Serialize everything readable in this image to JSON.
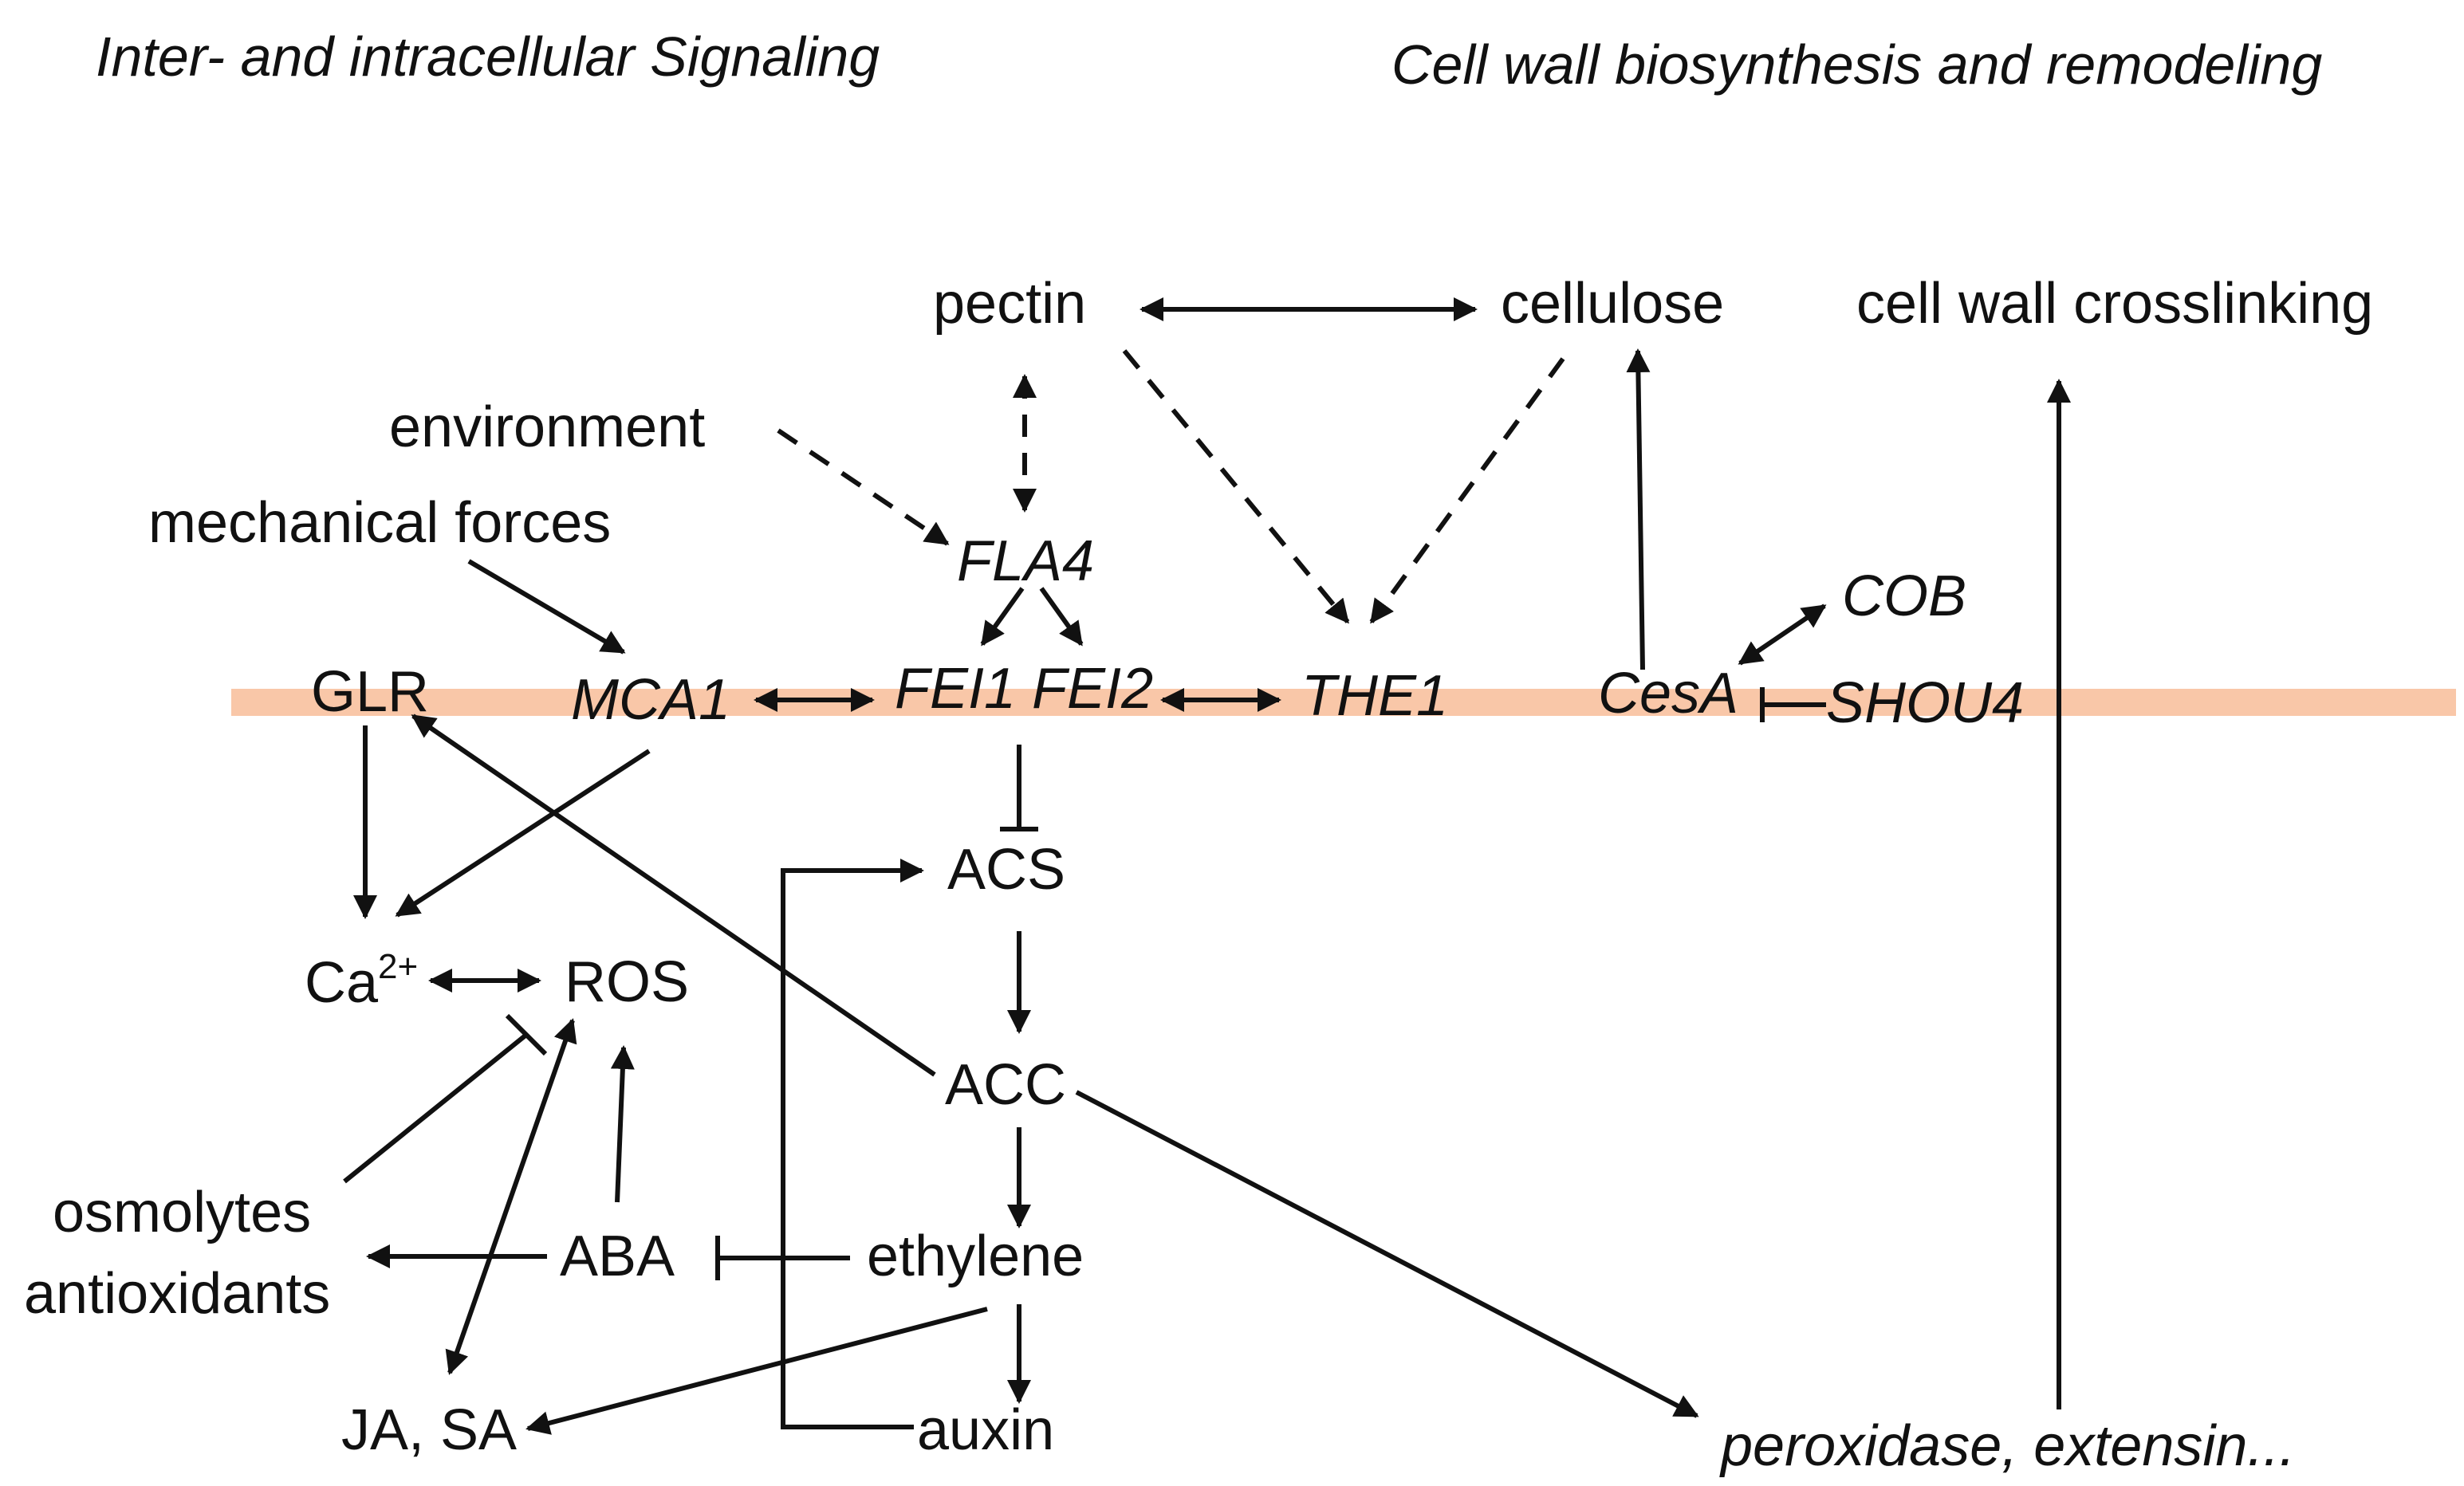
{
  "headers": {
    "left": "Inter- and intracellular Signaling",
    "right": "Cell wall biosynthesis and remodeling"
  },
  "membrane_color": "#f9c7a8",
  "nodes": {
    "pectin": "pectin",
    "cellulose": "cellulose",
    "crosslinking": "cell wall crosslinking",
    "environment": "environment",
    "mechanical": "mechanical forces",
    "fla4": "FLA4",
    "cob": "COB",
    "glr": "GLR",
    "mca1": "MCA1",
    "fei": "FEI1 FEI2",
    "the1": "THE1",
    "cesa": "CesA",
    "shou4": "SHOU4",
    "acs": "ACS",
    "ca_base": "Ca",
    "ca_sup": "2+",
    "ros": "ROS",
    "acc": "ACC",
    "osmolytes": "osmolytes",
    "antioxidants": "antioxidants",
    "aba": "ABA",
    "ethylene": "ethylene",
    "jasa": "JA, SA",
    "auxin": "auxin",
    "peroxidase": "peroxidase, extensin..."
  }
}
